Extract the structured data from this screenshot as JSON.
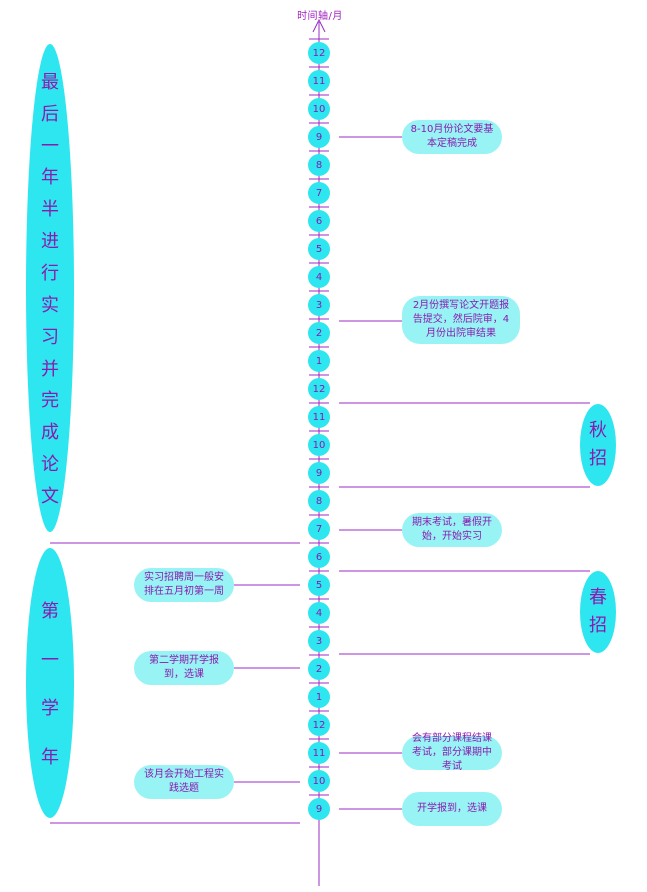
{
  "axis_title": "时间轴/月",
  "months": [
    "12",
    "11",
    "10",
    "9",
    "8",
    "7",
    "6",
    "5",
    "4",
    "3",
    "2",
    "1",
    "12",
    "11",
    "10",
    "9",
    "8",
    "7",
    "6",
    "5",
    "4",
    "3",
    "2",
    "1",
    "12",
    "11",
    "10",
    "9"
  ],
  "phases": {
    "final": "最后一年半进行实习并完成论文",
    "first": "第一学年"
  },
  "seasons": {
    "autumn": "秋招",
    "spring": "春招"
  },
  "notes": {
    "thesis_final": "8-10月份论文要基本定稿完成",
    "thesis_proposal": "2月份撰写论文开题报告提交，然后院审，4月份出院审结果",
    "summer_internship": "期末考试，暑假开始，开始实习",
    "internship_recruit": "实习招聘周一般安排在五月初第一周",
    "second_semester": "第二学期开学报到，选课",
    "project_topic": "该月会开始工程实践选题",
    "midterm": "会有部分课程结课考试，部分课期中考试",
    "enrollment": "开学报到，选课"
  },
  "colors": {
    "bubble": "#2ee6ef",
    "note_fill": "#98f3f5",
    "line": "#9b2bc4",
    "text": "#8a1ab0"
  }
}
